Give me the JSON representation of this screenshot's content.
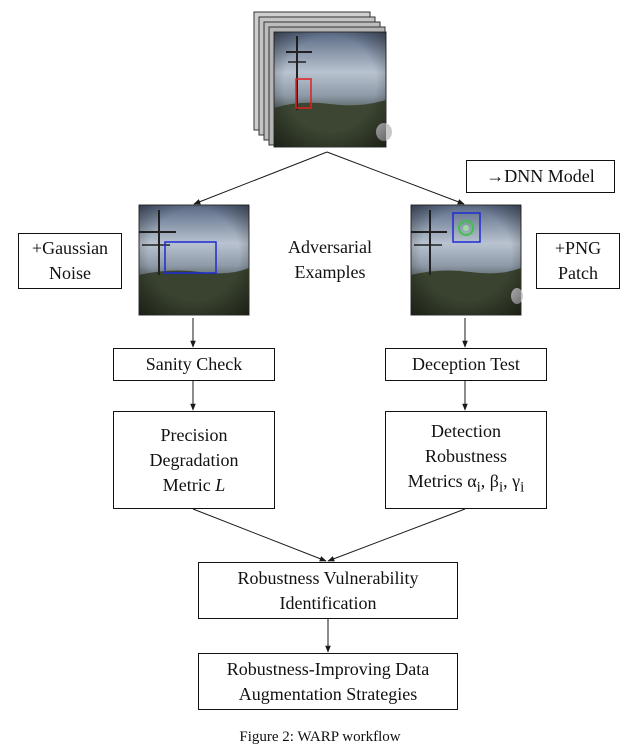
{
  "nodes": {
    "dnn_model": "→DNN Model",
    "gaussian_line1": "+Gaussian",
    "gaussian_line2": "Noise",
    "adversarial_line1": "Adversarial",
    "adversarial_line2": "Examples",
    "png_line1": "+PNG",
    "png_line2": "Patch",
    "sanity_check": "Sanity Check",
    "deception_test": "Deception Test",
    "precision_line1": "Precision",
    "precision_line2": "Degradation",
    "precision_line3_text": "Metric ",
    "precision_line3_var": "L",
    "detection_line1": "Detection",
    "detection_line2": "Robustness",
    "detection_line3_text": "Metrics ",
    "alpha": "α",
    "beta": "β",
    "gamma": "γ",
    "sub_i": "i",
    "comma": ", ",
    "vuln_line1": "Robustness Vulnerability",
    "vuln_line2": "Identification",
    "aug_line1": "Robustness-Improving Data",
    "aug_line2": "Augmentation Strategies"
  },
  "caption": "Figure 2: WARP workflow",
  "colors": {
    "line": "#1a1a1a",
    "box_red": "#e02020",
    "box_blue": "#1e2bd6",
    "ring_green": "#3ec24a"
  }
}
